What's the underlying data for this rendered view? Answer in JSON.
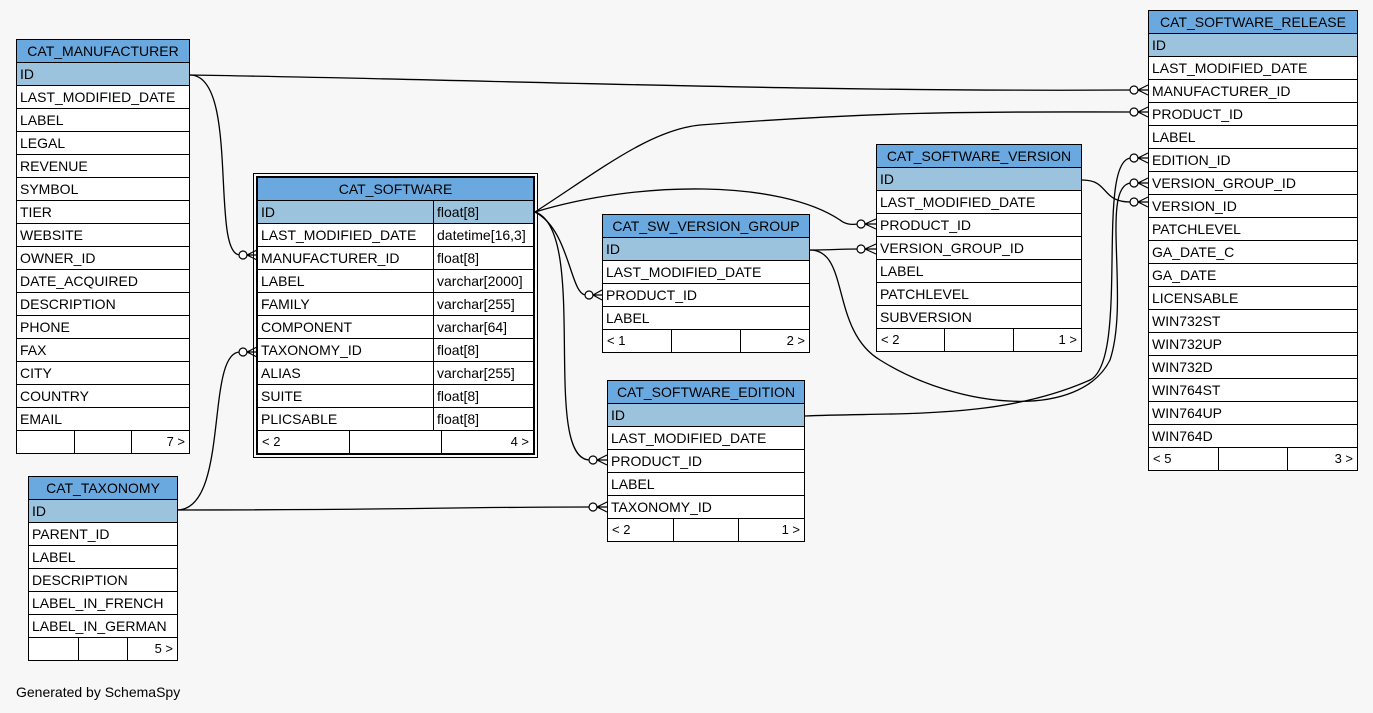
{
  "credit": "Generated by SchemaSpy",
  "tables": [
    {
      "id": "mfr",
      "title": "CAT_MANUFACTURER",
      "columns": [
        "ID",
        "LAST_MODIFIED_DATE",
        "LABEL",
        "LEGAL",
        "REVENUE",
        "SYMBOL",
        "TIER",
        "WEBSITE",
        "OWNER_ID",
        "DATE_ACQUIRED",
        "DESCRIPTION",
        "PHONE",
        "FAX",
        "CITY",
        "COUNTRY",
        "EMAIL"
      ],
      "footer": [
        "",
        "",
        "7 >"
      ]
    },
    {
      "id": "tax",
      "title": "CAT_TAXONOMY",
      "columns": [
        "ID",
        "PARENT_ID",
        "LABEL",
        "DESCRIPTION",
        "LABEL_IN_FRENCH",
        "LABEL_IN_GERMAN"
      ],
      "footer": [
        "",
        "",
        "5 >"
      ]
    },
    {
      "id": "sw",
      "title": "CAT_SOFTWARE",
      "columns": [
        "ID",
        "LAST_MODIFIED_DATE",
        "MANUFACTURER_ID",
        "LABEL",
        "FAMILY",
        "COMPONENT",
        "TAXONOMY_ID",
        "ALIAS",
        "SUITE",
        "PLICSABLE"
      ],
      "types": [
        "float[8]",
        "datetime[16,3]",
        "float[8]",
        "varchar[2000]",
        "varchar[255]",
        "varchar[64]",
        "float[8]",
        "varchar[255]",
        "float[8]",
        "float[8]"
      ],
      "footer": [
        "< 2",
        "",
        "4 >"
      ]
    },
    {
      "id": "vg",
      "title": "CAT_SW_VERSION_GROUP",
      "columns": [
        "ID",
        "LAST_MODIFIED_DATE",
        "PRODUCT_ID",
        "LABEL"
      ],
      "footer": [
        "< 1",
        "",
        "2 >"
      ]
    },
    {
      "id": "ed",
      "title": "CAT_SOFTWARE_EDITION",
      "columns": [
        "ID",
        "LAST_MODIFIED_DATE",
        "PRODUCT_ID",
        "LABEL",
        "TAXONOMY_ID"
      ],
      "footer": [
        "< 2",
        "",
        "1 >"
      ]
    },
    {
      "id": "ver",
      "title": "CAT_SOFTWARE_VERSION",
      "columns": [
        "ID",
        "LAST_MODIFIED_DATE",
        "PRODUCT_ID",
        "VERSION_GROUP_ID",
        "LABEL",
        "PATCHLEVEL",
        "SUBVERSION"
      ],
      "footer": [
        "< 2",
        "",
        "1 >"
      ]
    },
    {
      "id": "rel",
      "title": "CAT_SOFTWARE_RELEASE",
      "columns": [
        "ID",
        "LAST_MODIFIED_DATE",
        "MANUFACTURER_ID",
        "PRODUCT_ID",
        "LABEL",
        "EDITION_ID",
        "VERSION_GROUP_ID",
        "VERSION_ID",
        "PATCHLEVEL",
        "GA_DATE_C",
        "GA_DATE",
        "LICENSABLE",
        "WIN732ST",
        "WIN732UP",
        "WIN732D",
        "WIN764ST",
        "WIN764UP",
        "WIN764D"
      ],
      "footer": [
        "< 5",
        "",
        "3 >"
      ]
    }
  ]
}
